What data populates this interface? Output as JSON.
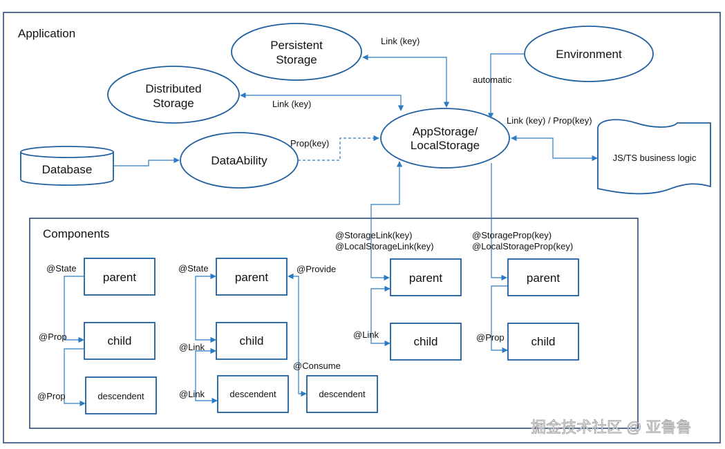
{
  "frames": {
    "application": "Application",
    "components": "Components"
  },
  "nodes": {
    "persistent_storage": [
      "Persistent",
      "Storage"
    ],
    "distributed_storage": [
      "Distributed",
      "Storage"
    ],
    "environment": "Environment",
    "database": "Database",
    "data_ability": "DataAbility",
    "app_storage": [
      "AppStorage/",
      "LocalStorage"
    ],
    "business_logic": "JS/TS business logic"
  },
  "edge_labels": {
    "persistent_link": "Link (key)",
    "distributed_link": "Link (key)",
    "automatic": "automatic",
    "business_link_prop": "Link (key) / Prop(key)",
    "data_ability_prop": "Prop(key)"
  },
  "components": {
    "group1": {
      "parent": "parent",
      "child": "child",
      "descendent": "descendent",
      "state": "@State",
      "prop1": "@Prop",
      "prop2": "@Prop"
    },
    "group2": {
      "parent": "parent",
      "child": "child",
      "descendent1": "descendent",
      "descendent2": "descendent",
      "state": "@State",
      "link1": "@Link",
      "link2": "@Link",
      "provide": "@Provide",
      "consume": "@Consume"
    },
    "group3": {
      "parent": "parent",
      "child": "child",
      "storage_link": "@StorageLink(key)",
      "local_storage_link": "@LocalStorageLink(key)",
      "link": "@Link"
    },
    "group4": {
      "parent": "parent",
      "child": "child",
      "storage_prop": "@StorageProp(key)",
      "local_storage_prop": "@LocalStorageProp(key)",
      "prop": "@Prop"
    }
  },
  "watermark": "掘金技术社区 @ 亚鲁鲁",
  "colors": {
    "shape_stroke": "#1f5f9f",
    "edge": "#2b7bc4",
    "frame": "#1f3f73"
  }
}
